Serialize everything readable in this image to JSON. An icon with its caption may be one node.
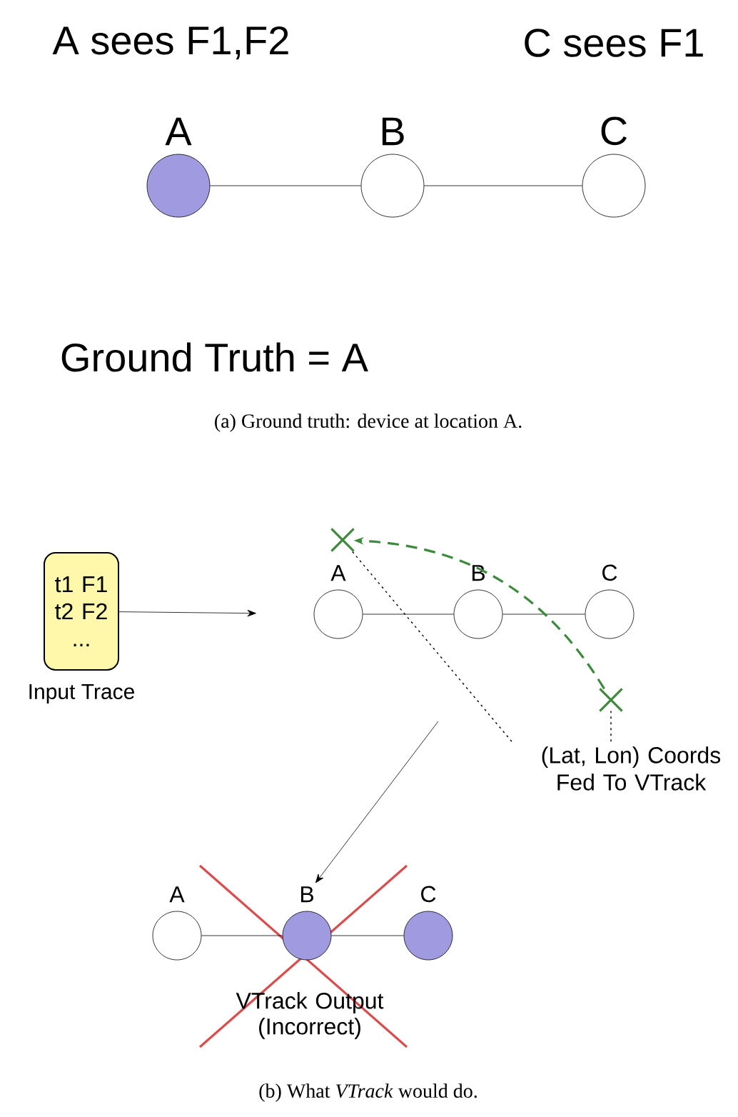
{
  "diagram": {
    "nodes": [
      {
        "text": [
          "A"
        ]
      },
      {
        "text": [
          "B"
        ]
      },
      {
        "text": [
          "C"
        ]
      },
      {
        "text": [
          "t1 F1 t2 F2 ..."
        ],
        "beside": [
          "Input Trace"
        ]
      },
      {
        "text": [
          "A"
        ]
      },
      {
        "text": [
          "B"
        ]
      },
      {
        "text": [
          "C"
        ]
      },
      {
        "text": [],
        "shape": "cross"
      },
      {
        "text": [],
        "shape": "cross"
      },
      {
        "text": [
          "(Lat, Lon) Coords Fed To VTrack"
        ]
      },
      {
        "text": [
          "A"
        ]
      },
      {
        "text": [
          "B"
        ]
      },
      {
        "text": [
          "C"
        ]
      }
    ],
    "edges": [
      {
        "from": 0,
        "to": 1,
        "arrow": "none"
      },
      {
        "from": 1,
        "to": 2,
        "arrow": "none"
      },
      {
        "from": 3,
        "to": 4,
        "arrow": "to"
      },
      {
        "from": 4,
        "to": 5,
        "arrow": "none"
      },
      {
        "from": 5,
        "to": 6,
        "arrow": "none"
      },
      {
        "from": 8,
        "to": 7,
        "arrow": "to",
        "style": "dashed",
        "color": "#3d8a3d"
      },
      {
        "from": 9,
        "to": 7,
        "arrow": "none",
        "style": "dashed"
      },
      {
        "from": 9,
        "to": 8,
        "arrow": "none",
        "style": "dashed"
      },
      {
        "from": null,
        "to": 11,
        "arrow": "to"
      },
      {
        "from": 10,
        "to": 11,
        "arrow": "none"
      },
      {
        "from": 11,
        "to": 12,
        "arrow": "none"
      }
    ],
    "labels": [
      "A sees F1,F2",
      "C sees F1",
      "Ground Truth = A",
      "(a) Ground truth: device at location A.",
      "VTrack Output (Incorrect)",
      "(b) What *VTrack* would do."
    ]
  }
}
